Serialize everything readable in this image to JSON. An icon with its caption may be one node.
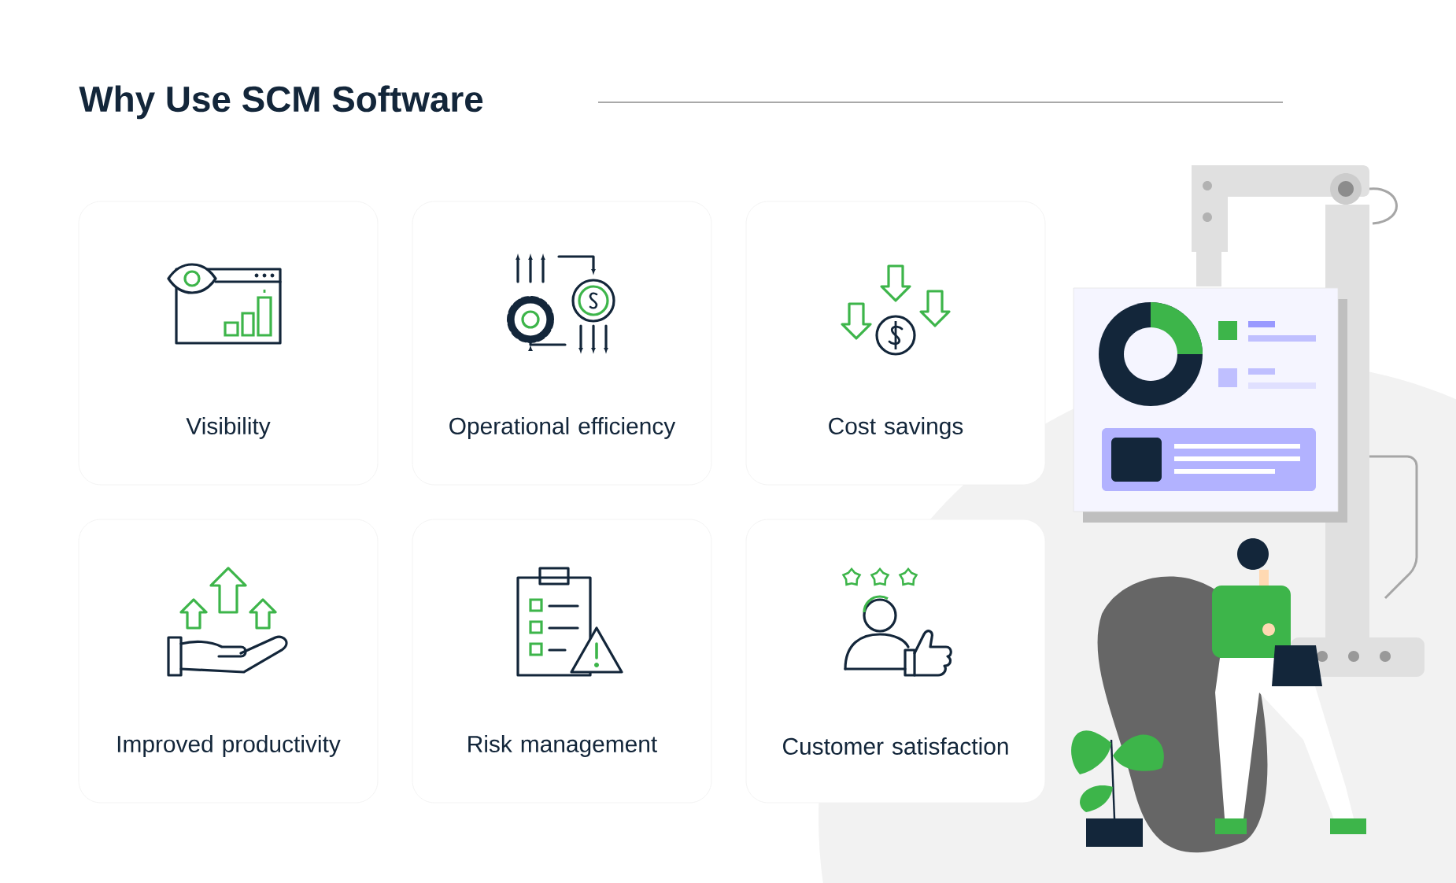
{
  "diagram": {
    "title": "Why Use SCM Software",
    "nodes": [
      {
        "text": [
          "Visibility"
        ]
      },
      {
        "text": [
          "Operational efficiency"
        ]
      },
      {
        "text": [
          "Cost savings"
        ]
      },
      {
        "text": [
          "Improved productivity"
        ]
      },
      {
        "text": [
          "Risk management"
        ]
      },
      {
        "text": [
          "Customer satisfaction"
        ]
      }
    ]
  }
}
